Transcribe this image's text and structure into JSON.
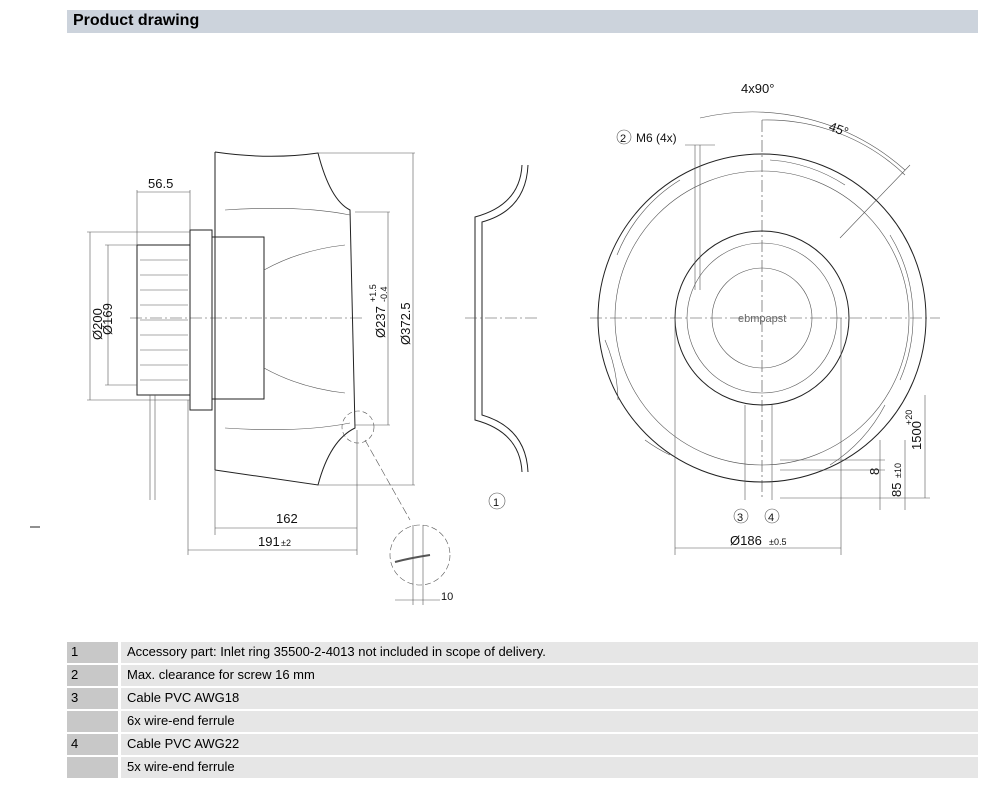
{
  "header": {
    "title": "Product drawing"
  },
  "drawing": {
    "side_view": {
      "dim_56_5": "56.5",
      "dim_d200": "Ø200",
      "dim_d169": "Ø169",
      "dim_d237": "Ø237",
      "dim_d237_tol_upper": "+1.5",
      "dim_d237_tol_lower": "-0.4",
      "dim_d372_5": "Ø372.5",
      "dim_162": "162",
      "dim_191": "191",
      "dim_191_tol": "±2",
      "dim_10": "10"
    },
    "inlet_ring": {
      "callout": "1"
    },
    "front_view": {
      "angle_4x90": "4x90°",
      "angle_45": "45°",
      "callout_2": "2",
      "screw": "M6 (4x)",
      "callout_3": "3",
      "callout_4": "4",
      "dim_d186": "Ø186",
      "dim_d186_tol": "±0.5",
      "dim_8": "8",
      "dim_85": "85",
      "dim_85_tol": "±10",
      "dim_1500": "1500",
      "dim_1500_tol": "+20",
      "logo": "ebmpapst"
    }
  },
  "notes": [
    {
      "num": "1",
      "text": "Accessory part: Inlet ring 35500-2-4013 not included in scope of delivery."
    },
    {
      "num": "2",
      "text": "Max. clearance for screw 16 mm"
    },
    {
      "num": "3",
      "text": "Cable PVC AWG18"
    },
    {
      "num": "",
      "text": "6x wire-end ferrule"
    },
    {
      "num": "4",
      "text": "Cable PVC AWG22"
    },
    {
      "num": "",
      "text": "5x wire-end ferrule"
    }
  ]
}
